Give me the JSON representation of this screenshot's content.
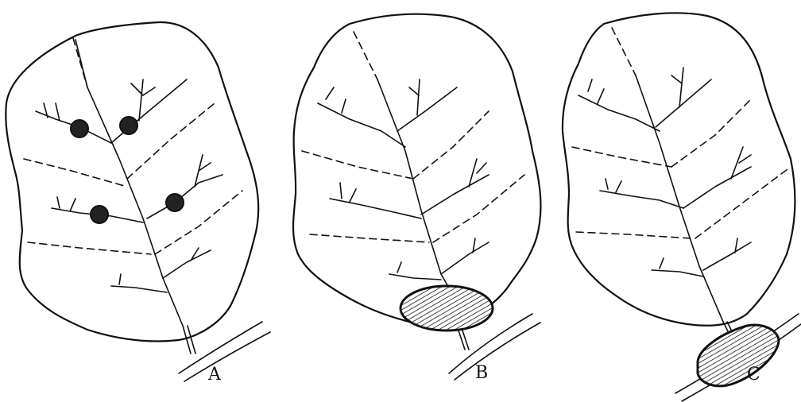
{
  "panels": [
    {
      "id": "A",
      "label": "A"
    },
    {
      "id": "B",
      "label": "B"
    },
    {
      "id": "C",
      "label": "C"
    }
  ],
  "colors": {
    "ink": "#111111",
    "background": "#ffffff"
  }
}
